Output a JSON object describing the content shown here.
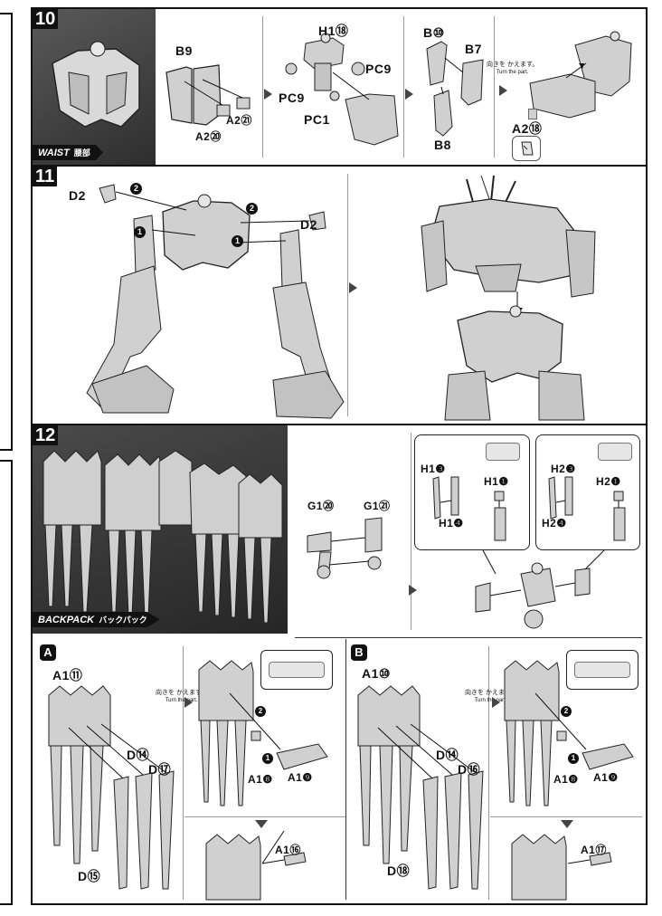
{
  "steps": {
    "s10": {
      "number": "10",
      "photo_label_en": "WAIST",
      "photo_label_jp": "腰部",
      "labels": {
        "b9": "B9",
        "a2_21": "A2㉑",
        "a2_20": "A2⑳",
        "h1_18": "H1⑱",
        "pc9_a": "PC9",
        "pc9_b": "PC9",
        "pc1": "PC1",
        "b10": "B⑩",
        "b7": "B7",
        "b8": "B8",
        "a2_18": "A2⑱"
      },
      "note_jp": "向きを かえます。",
      "note_en": "Turn the part."
    },
    "s11": {
      "number": "11",
      "labels": {
        "d2_left": "D2",
        "d2_right": "D2",
        "order1": "1",
        "order2": "2"
      }
    },
    "s12": {
      "number": "12",
      "photo_label_en": "BACKPACK",
      "photo_label_jp": "バックパック",
      "labels": {
        "g1_20": "G1⑳",
        "g1_21": "G1㉑",
        "h1_3": "H1❸",
        "h1_4": "H1❹",
        "h1_1": "H1❶",
        "h2_3": "H2❸",
        "h2_4": "H2❹",
        "h2_1": "H2❶"
      }
    },
    "subA": {
      "letter": "A",
      "labels": {
        "a1": "A1⑪",
        "d14": "D⑭",
        "d17": "D⑰",
        "d15": "D⑮",
        "a18": "A1❽",
        "a19": "A1❾",
        "a16": "A1⑯",
        "order1": "1",
        "order2": "2"
      },
      "note_jp": "向きを かえます。",
      "note_en": "Turn the part."
    },
    "subB": {
      "letter": "B",
      "labels": {
        "a1": "A1⑩",
        "d14": "D⑭",
        "d16": "D⑯",
        "d18": "D⑱",
        "a18": "A1❽",
        "a19": "A1❾",
        "a17": "A1⑰",
        "order1": "1",
        "order2": "2"
      },
      "note_jp": "向きを かえます。",
      "note_en": "Turn the part."
    }
  },
  "colors": {
    "ink": "#111111",
    "part_fill": "#d0d0d0",
    "photo_bg": "#3a3a3a",
    "arrow": "#444444"
  },
  "icons": [
    "step-arrow",
    "turn-part-icon",
    "attachment-arrow"
  ]
}
